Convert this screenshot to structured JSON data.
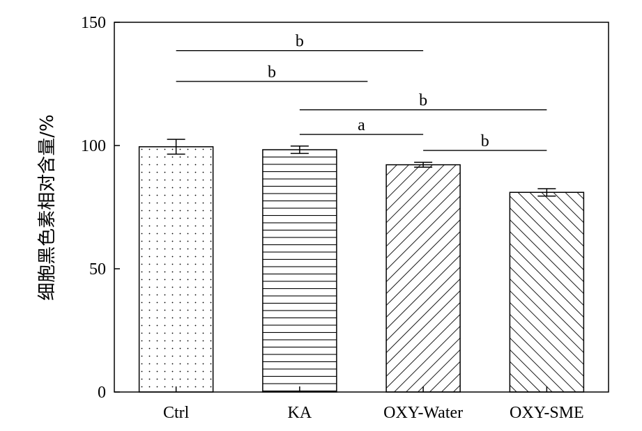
{
  "chart_data": {
    "type": "bar",
    "categories": [
      "Ctrl",
      "KA",
      "OXY-Water",
      "OXY-SME"
    ],
    "values": [
      99.5,
      98.3,
      92.2,
      81.0
    ],
    "errors": [
      3.0,
      1.5,
      1.0,
      1.5
    ],
    "patterns": [
      "dots",
      "horizontal-lines",
      "backslash-hatch",
      "slash-hatch"
    ],
    "title": "",
    "xlabel": "",
    "ylabel": "细胞黑色素相对含量/%",
    "ylim": [
      0,
      150
    ],
    "yticks": [
      0,
      50,
      100,
      150
    ],
    "grid": false,
    "legend": "none",
    "significance": [
      {
        "from": 0,
        "to": 2,
        "label": "b",
        "y": 138.5
      },
      {
        "from": 0,
        "to": 1.55,
        "label": "b",
        "y": 126
      },
      {
        "from": 1,
        "to": 3,
        "label": "b",
        "y": 114.5
      },
      {
        "from": 1,
        "to": 2,
        "label": "a",
        "y": 104.5
      },
      {
        "from": 2,
        "to": 3,
        "label": "b",
        "y": 98
      }
    ],
    "colors": {
      "bar_fill": "#ffffff",
      "stroke": "#000000"
    }
  }
}
